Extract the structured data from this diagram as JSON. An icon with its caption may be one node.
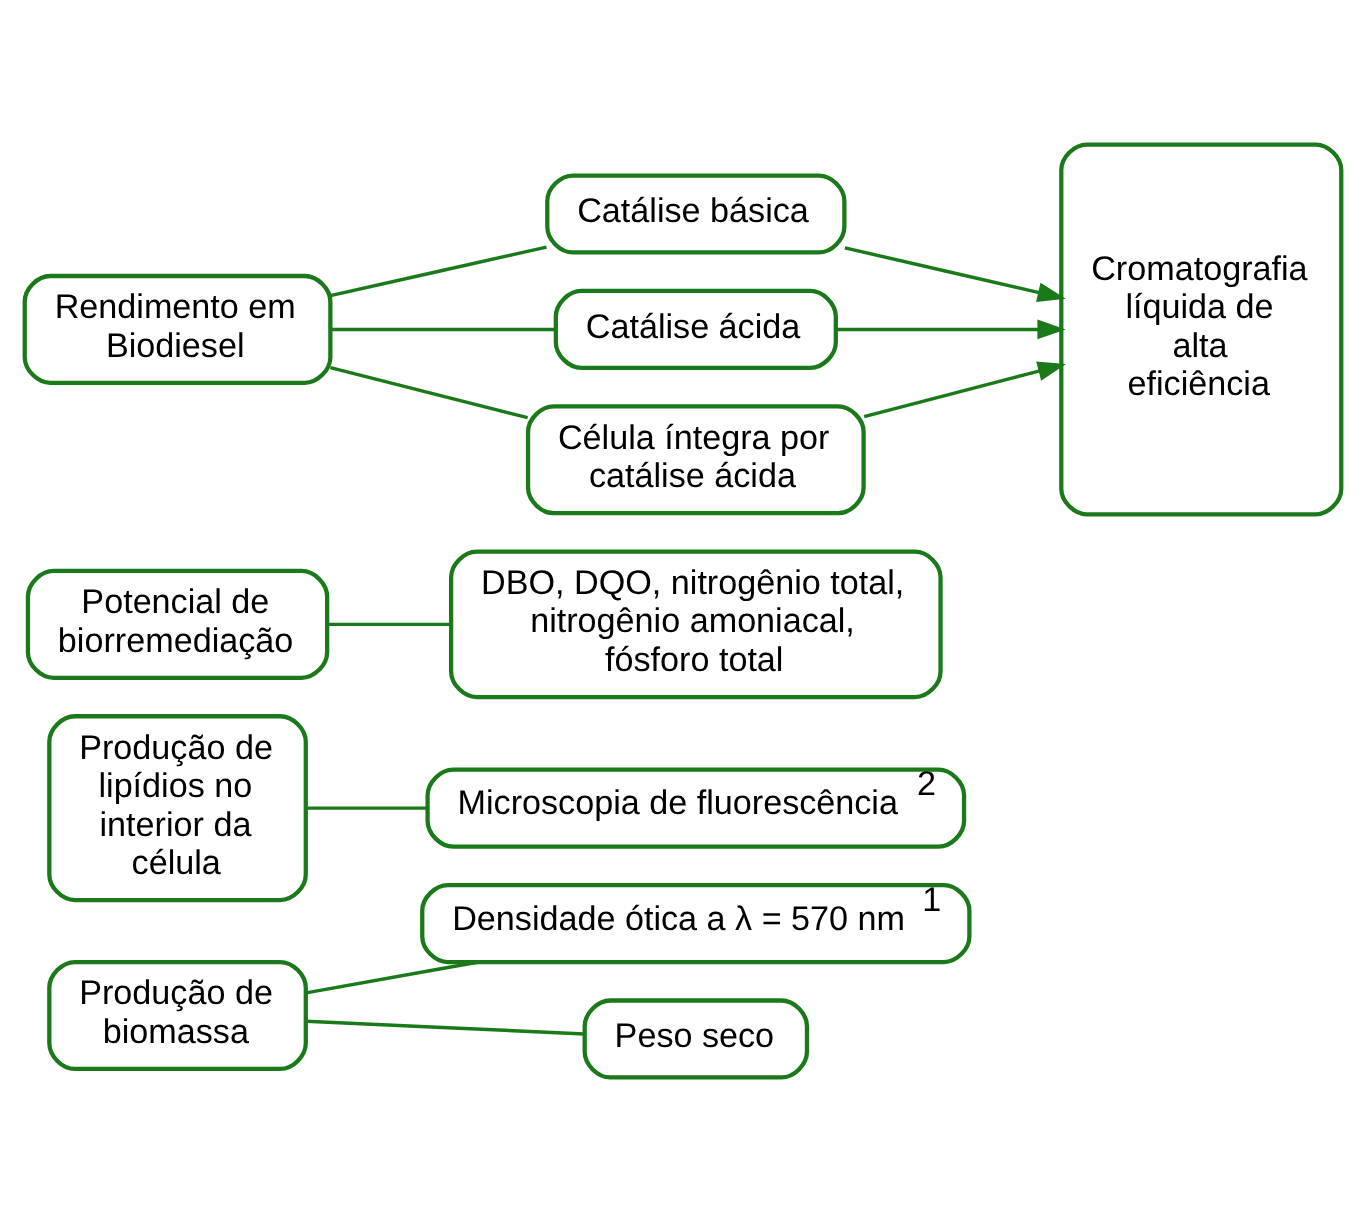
{
  "diagram": {
    "nodes": [
      {
        "text": [
          "Produção de biomassa"
        ]
      },
      {
        "text": [
          "Densidade ótica a λ = 570 nm $^{1}$"
        ]
      },
      {
        "text": [
          "Peso seco"
        ]
      },
      {
        "text": [
          "Produção de lipídios no interior da célula"
        ]
      },
      {
        "text": [
          "Microscopia de fluorescência $^{2}$"
        ]
      },
      {
        "text": [
          "Potencial de biorremediação"
        ]
      },
      {
        "text": [
          "DBO, DQO, nitrogênio total, nitrogênio amoniacal, fósforo total"
        ]
      },
      {
        "text": [
          "Rendimento em Biodiesel"
        ]
      },
      {
        "text": [
          "Catálise básica"
        ]
      },
      {
        "text": [
          "Catálise ácida"
        ]
      },
      {
        "text": [
          "Célula íntegra por catálise ácida"
        ]
      },
      {
        "text": [
          "Cromatografia líquida de alta eficiência"
        ]
      }
    ],
    "edges": [
      {
        "from": 0,
        "to": 1,
        "arrow": "none"
      },
      {
        "from": 0,
        "to": 2,
        "arrow": "none"
      },
      {
        "from": 3,
        "to": 4,
        "arrow": "none"
      },
      {
        "from": 5,
        "to": 6,
        "arrow": "none"
      },
      {
        "from": 7,
        "to": 8,
        "arrow": "none"
      },
      {
        "from": 7,
        "to": 9,
        "arrow": "none"
      },
      {
        "from": 7,
        "to": 10,
        "arrow": "none"
      },
      {
        "from": 8,
        "to": 11,
        "arrow": "to"
      },
      {
        "from": 9,
        "to": 11,
        "arrow": "to"
      },
      {
        "from": 10,
        "to": 11,
        "arrow": "to"
      }
    ]
  }
}
